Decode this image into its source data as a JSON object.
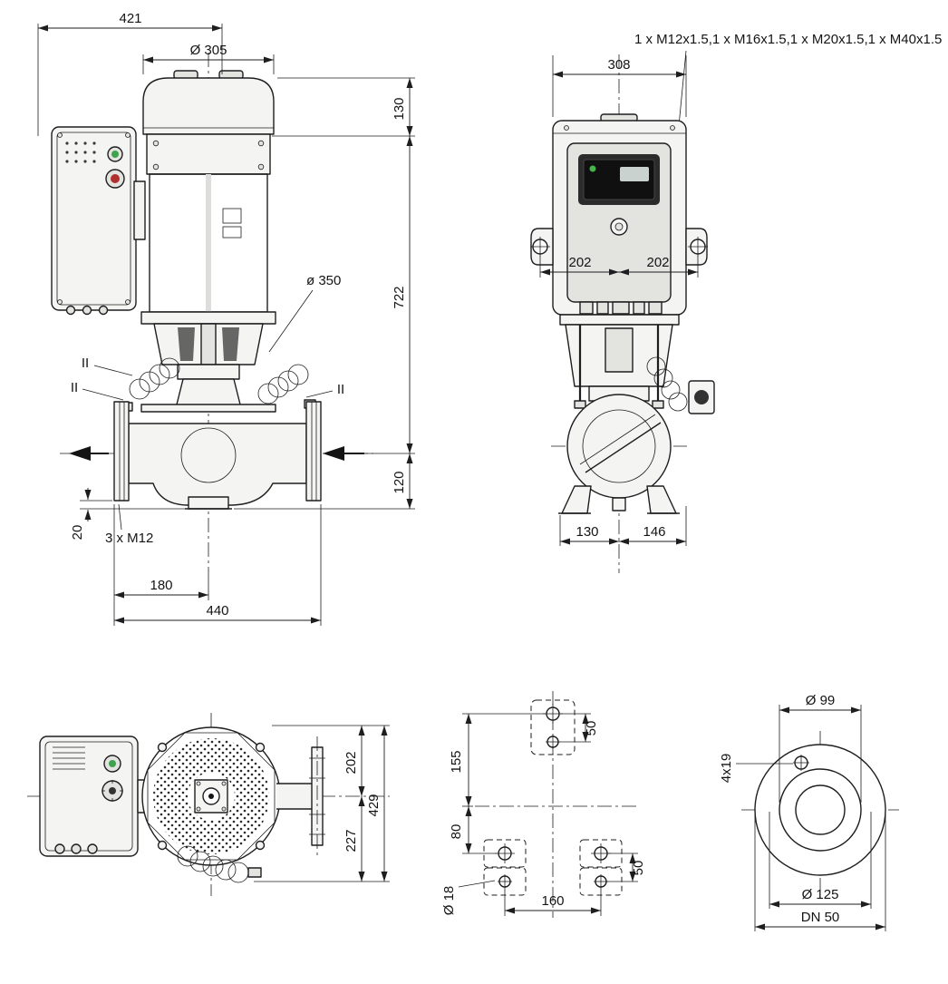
{
  "front_view": {
    "dim_width_top": "421",
    "dim_motor_diameter": "Ø 305",
    "dim_height_top": "130",
    "dim_height_main": "722",
    "dim_seal_diameter": "ø 350",
    "dim_height_base": "120",
    "dim_flange_clearance": "20",
    "label_tapped_holes": "3 x M12",
    "dim_center_to_flange": "180",
    "dim_port_to_port": "440",
    "mark_left_upper": "II",
    "mark_left_lower": "II",
    "mark_right": "II"
  },
  "side_view": {
    "label_cable_glands": "1 x M12x1.5,1 x M16x1.5,1 x M20x1.5,1 x M40x1.5",
    "dim_width_top": "308",
    "dim_lug_left": "202",
    "dim_lug_right": "202",
    "dim_foot_left": "130",
    "dim_foot_right": "146"
  },
  "top_view": {
    "dim_center_to_flange_top": "202",
    "dim_overall_depth": "429",
    "dim_center_to_module": "227"
  },
  "foundation_view": {
    "dim_row_span_upper": "155",
    "dim_row_span_lower": "80",
    "dim_hole_pitch_top": "50",
    "dim_hole_pitch_bottom": "50",
    "label_hole_diameter": "Ø 18",
    "dim_hole_spacing": "160"
  },
  "flange_view": {
    "dim_raised_face": "Ø 99",
    "label_bolt_holes": "4x19",
    "dim_bolt_circle": "Ø 125",
    "label_nominal": "DN 50"
  }
}
